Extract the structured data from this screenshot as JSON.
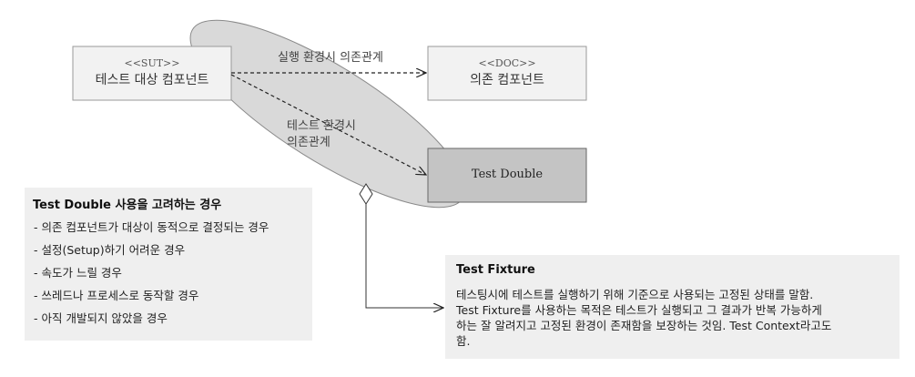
{
  "nodes": {
    "sut": {
      "stereotype": "<<SUT>>",
      "name": "테스트 대상 컴포넌트"
    },
    "doc": {
      "stereotype": "<<DOC>>",
      "name": "의존 컴포넌트"
    },
    "test_double": {
      "name": "Test Double"
    }
  },
  "edges": {
    "runtime": "실행 환경시 의존관계",
    "test_line1": "테스트 환경시",
    "test_line2": "의존관계"
  },
  "cases_panel": {
    "title": "Test Double 사용을 고려하는 경우",
    "items": [
      "- 의존 컴포넌트가 대상이 동적으로 결정되는 경우",
      "- 설정(Setup)하기 어려운 경우",
      "- 속도가 느릴 경우",
      "- 쓰레드나 프로세스로 동작할 경우",
      "- 아직 개발되지 않았을 경우"
    ]
  },
  "fixture_panel": {
    "title": "Test Fixture",
    "lines": [
      "테스팅시에 테스트를 실행하기 위해 기준으로 사용되는 고정된 상태를 말함.",
      "Test Fixture를 사용하는 목적은 테스트가 실행되고 그 결과가 반복 가능하게",
      "하는 잘 알려지고 고정된 환경이 존재함을 보장하는 것임. Test Context라고도",
      "함."
    ]
  },
  "colors": {
    "ellipse_fill": "#d9d9d9",
    "test_double_fill": "#c4c4c4",
    "box_fill": "#f2f2f2",
    "panel_fill": "#efefef"
  }
}
